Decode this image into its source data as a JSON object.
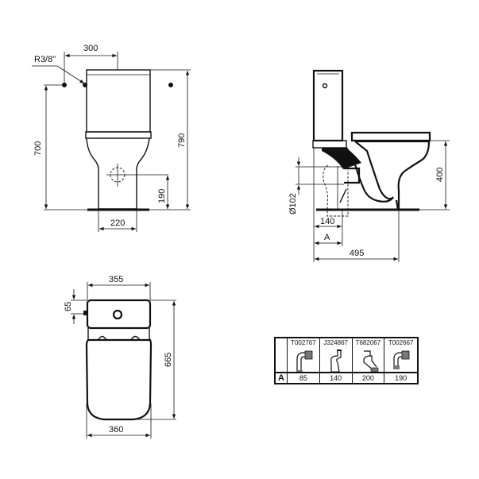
{
  "front_view": {
    "dims": {
      "inlet_offset": "300",
      "inlet_thread": "R3/8\"",
      "inlet_height": "700",
      "total_height": "790",
      "outlet_height": "190",
      "base_width": "220"
    }
  },
  "side_view": {
    "dims": {
      "seat_height": "400",
      "outlet_diameter": "Ø102",
      "outlet_distance": "140",
      "variable_distance": "A",
      "total_depth": "495"
    }
  },
  "top_view": {
    "dims": {
      "cistern_width": "355",
      "inlet_offset_top": "65",
      "total_length": "665",
      "bowl_width": "360"
    }
  },
  "connector_table": {
    "row_label": "A",
    "columns": [
      {
        "code": "T002767",
        "icon": "pan-connector-90-bend-icon",
        "value": "85"
      },
      {
        "code": "J324867",
        "icon": "pan-connector-offset-icon",
        "value": "140"
      },
      {
        "code": "T682067",
        "icon": "pan-connector-adjustable-icon",
        "value": "200"
      },
      {
        "code": "T002667",
        "icon": "pan-connector-90-short-icon",
        "value": "190"
      }
    ]
  }
}
